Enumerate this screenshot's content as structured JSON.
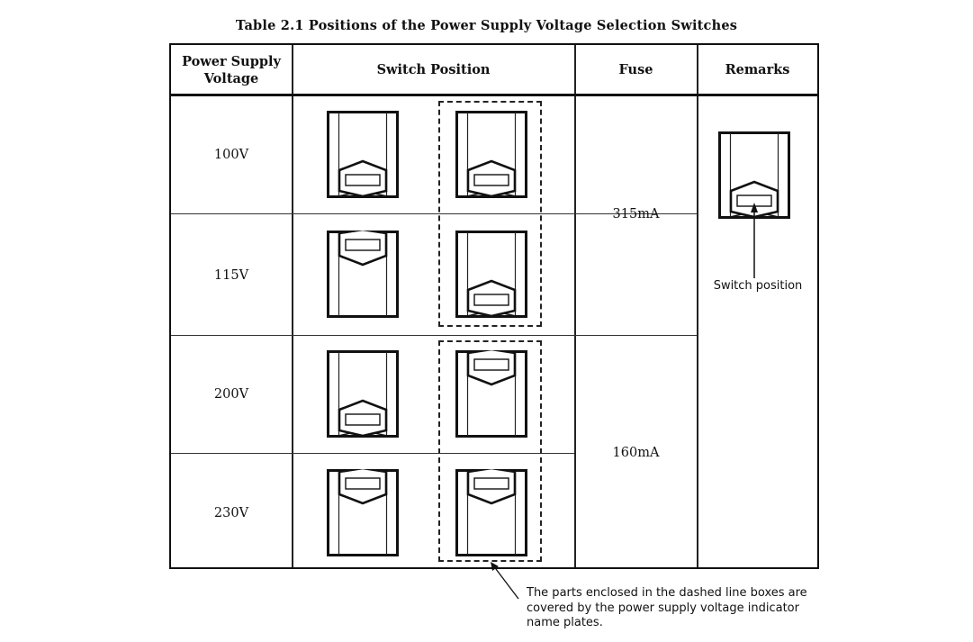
{
  "caption": "Table 2.1  Positions of the Power Supply Voltage Selection Switches",
  "table": {
    "headers": {
      "voltage_line1": "Power Supply",
      "voltage_line2": "Voltage",
      "switch_position": "Switch Position",
      "fuse": "Fuse",
      "remarks": "Remarks"
    },
    "rows": [
      {
        "voltage": "100V",
        "switch_left": "bottom",
        "switch_right": "bottom"
      },
      {
        "voltage": "115V",
        "switch_left": "top",
        "switch_right": "bottom"
      },
      {
        "voltage": "200V",
        "switch_left": "bottom",
        "switch_right": "top"
      },
      {
        "voltage": "230V",
        "switch_left": "top",
        "switch_right": "top"
      }
    ],
    "fuses": [
      {
        "value": "315mA",
        "applies_to": [
          "100V",
          "115V"
        ]
      },
      {
        "value": "160mA",
        "applies_to": [
          "200V",
          "230V"
        ]
      }
    ],
    "remarks": {
      "diagram_switch": "bottom",
      "label": "Switch position"
    }
  },
  "footnote": {
    "line1": "The parts enclosed in the dashed line boxes are",
    "line2": "covered by the power supply voltage indicator",
    "line3": "name plates."
  }
}
